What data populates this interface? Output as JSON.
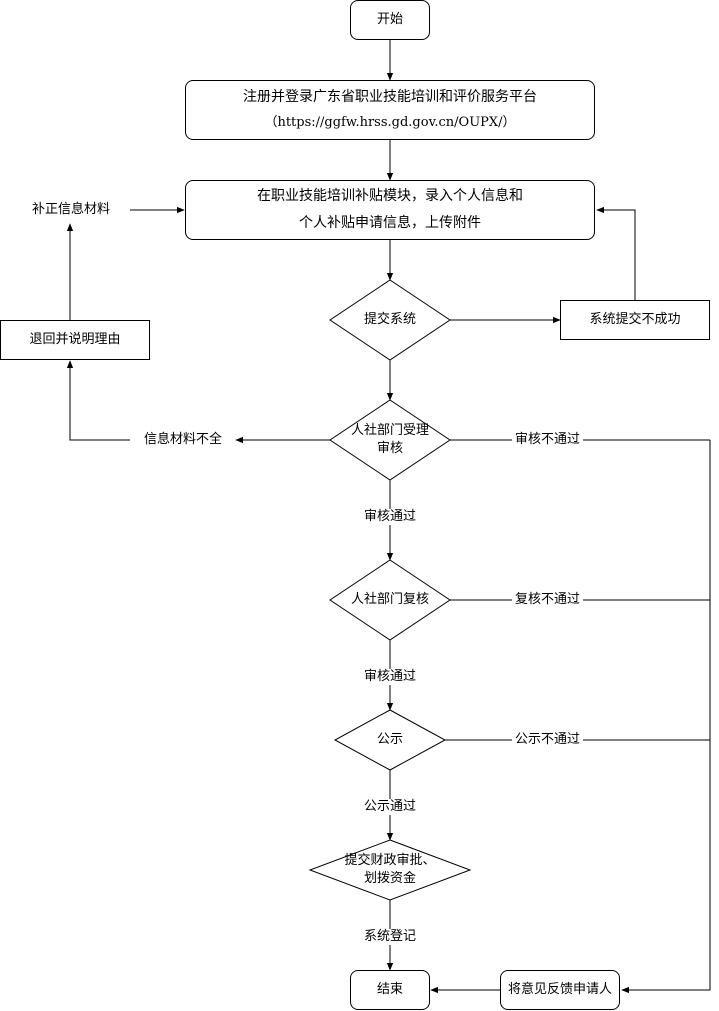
{
  "nodes": {
    "start": "开始",
    "register_line1": "注册并登录广东省职业技能培训和评价服务平台",
    "register_line2": "（https://ggfw.hrss.gd.gov.cn/OUPX/）",
    "enter_line1": "在职业技能培训补贴模块，录入个人信息和",
    "enter_line2": "个人补贴申请信息，上传附件",
    "submit": "提交系统",
    "submit_fail": "系统提交不成功",
    "review_line1": "人社部门受理",
    "review_line2": "审核",
    "recheck": "人社部门复核",
    "publicity": "公示",
    "finance_line1": "提交财政审批、",
    "finance_line2": "划拨资金",
    "end": "结束",
    "return": "退回并说明理由",
    "feedback": "将意见反馈申请人"
  },
  "labels": {
    "supplement": "补正信息材料",
    "incomplete": "信息材料不全",
    "review_fail": "审核不通过",
    "review_pass_1": "审核通过",
    "recheck_fail": "复核不通过",
    "review_pass_2": "审核通过",
    "publicity_fail": "公示不通过",
    "publicity_pass": "公示通过",
    "system_register": "系统登记"
  }
}
